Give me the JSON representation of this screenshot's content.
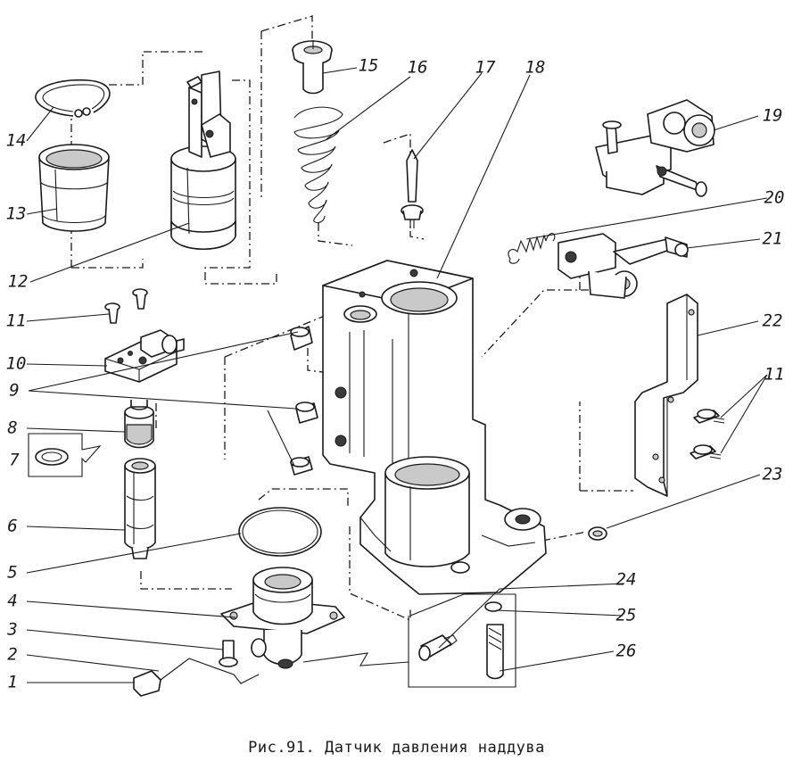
{
  "caption": "Рис.91. Датчик давления наддува",
  "callouts": [
    {
      "id": "c1",
      "label": "1"
    },
    {
      "id": "c2",
      "label": "2"
    },
    {
      "id": "c3",
      "label": "3"
    },
    {
      "id": "c4",
      "label": "4"
    },
    {
      "id": "c5",
      "label": "5"
    },
    {
      "id": "c6",
      "label": "6"
    },
    {
      "id": "c7",
      "label": "7"
    },
    {
      "id": "c8",
      "label": "8"
    },
    {
      "id": "c9",
      "label": "9"
    },
    {
      "id": "c10",
      "label": "10"
    },
    {
      "id": "c11a",
      "label": "11"
    },
    {
      "id": "c11b",
      "label": "11"
    },
    {
      "id": "c12",
      "label": "12"
    },
    {
      "id": "c13",
      "label": "13"
    },
    {
      "id": "c14",
      "label": "14"
    },
    {
      "id": "c15",
      "label": "15"
    },
    {
      "id": "c16",
      "label": "16"
    },
    {
      "id": "c17",
      "label": "17"
    },
    {
      "id": "c18",
      "label": "18"
    },
    {
      "id": "c19",
      "label": "19"
    },
    {
      "id": "c20",
      "label": "20"
    },
    {
      "id": "c21",
      "label": "21"
    },
    {
      "id": "c22",
      "label": "22"
    },
    {
      "id": "c23",
      "label": "23"
    },
    {
      "id": "c24",
      "label": "24"
    },
    {
      "id": "c25",
      "label": "25"
    },
    {
      "id": "c26",
      "label": "26"
    }
  ]
}
